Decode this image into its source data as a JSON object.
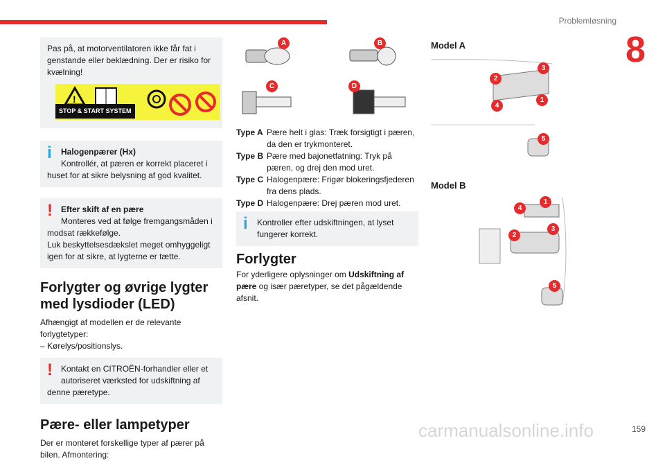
{
  "header": {
    "section": "Problemløsning",
    "chapter": "8"
  },
  "footer": {
    "page": "159",
    "watermark": "carmanualsonline.info"
  },
  "left": {
    "warning1": "Pas på, at motorventilatoren ikke får fat i genstande eller beklædning. Der er risiko for kvælning!",
    "sticker_label": "STOP & START SYSTEM",
    "info1": {
      "title": "Halogenpærer (Hx)",
      "line1": "Kontrollér, at pæren er korrekt placeret i",
      "tail": "huset for at sikre belysning af god kvalitet."
    },
    "warning2": {
      "title": "Efter skift af en pære",
      "line1": "Monteres ved at følge fremgangsmåden i",
      "tail": "modsat rækkefølge.",
      "extra": "Luk beskyttelsesdækslet meget omhyggeligt igen for at sikre, at lygterne er tætte."
    },
    "heading1": "Forlygter og øvrige lygter med lysdioder (LED)",
    "para1": "Afhængigt af modellen er de relevante forlygtetyper:",
    "bullet1": "– Kørelys/positionslys.",
    "warning3": {
      "line1": "Kontakt en CITROËN-forhandler eller et autoriseret værksted for udskiftning af",
      "tail": "denne pæretype."
    },
    "heading2": "Pære- eller lampetyper",
    "para2": "Der er monteret forskellige typer af pærer på bilen. Afmontering:"
  },
  "middle": {
    "bulb_labels": [
      "A",
      "B",
      "C",
      "D"
    ],
    "types": [
      {
        "key": "Type A",
        "text": "Pære helt i glas: Træk forsigtigt i pæren, da den er trykmonteret."
      },
      {
        "key": "Type B",
        "text": "Pære med bajonetfatning: Tryk på pæren, og drej den mod uret."
      },
      {
        "key": "Type C",
        "text": "Halogenpære: Frigør blokeringsfjederen fra dens plads."
      },
      {
        "key": "Type D",
        "text": "Halogenpære: Drej pæren mod uret."
      }
    ],
    "info": "Kontroller efter udskiftningen, at lyset fungerer korrekt.",
    "heading": "Forlygter",
    "para_pre": "For yderligere oplysninger om ",
    "para_bold": "Udskiftning af pære",
    "para_post": " og især pæretyper, se det pågældende afsnit."
  },
  "right": {
    "modelA": "Model A",
    "modelA_badges": [
      "2",
      "3",
      "4",
      "1",
      "5"
    ],
    "modelB": "Model B",
    "modelB_badges": [
      "4",
      "1",
      "2",
      "3",
      "5"
    ]
  }
}
